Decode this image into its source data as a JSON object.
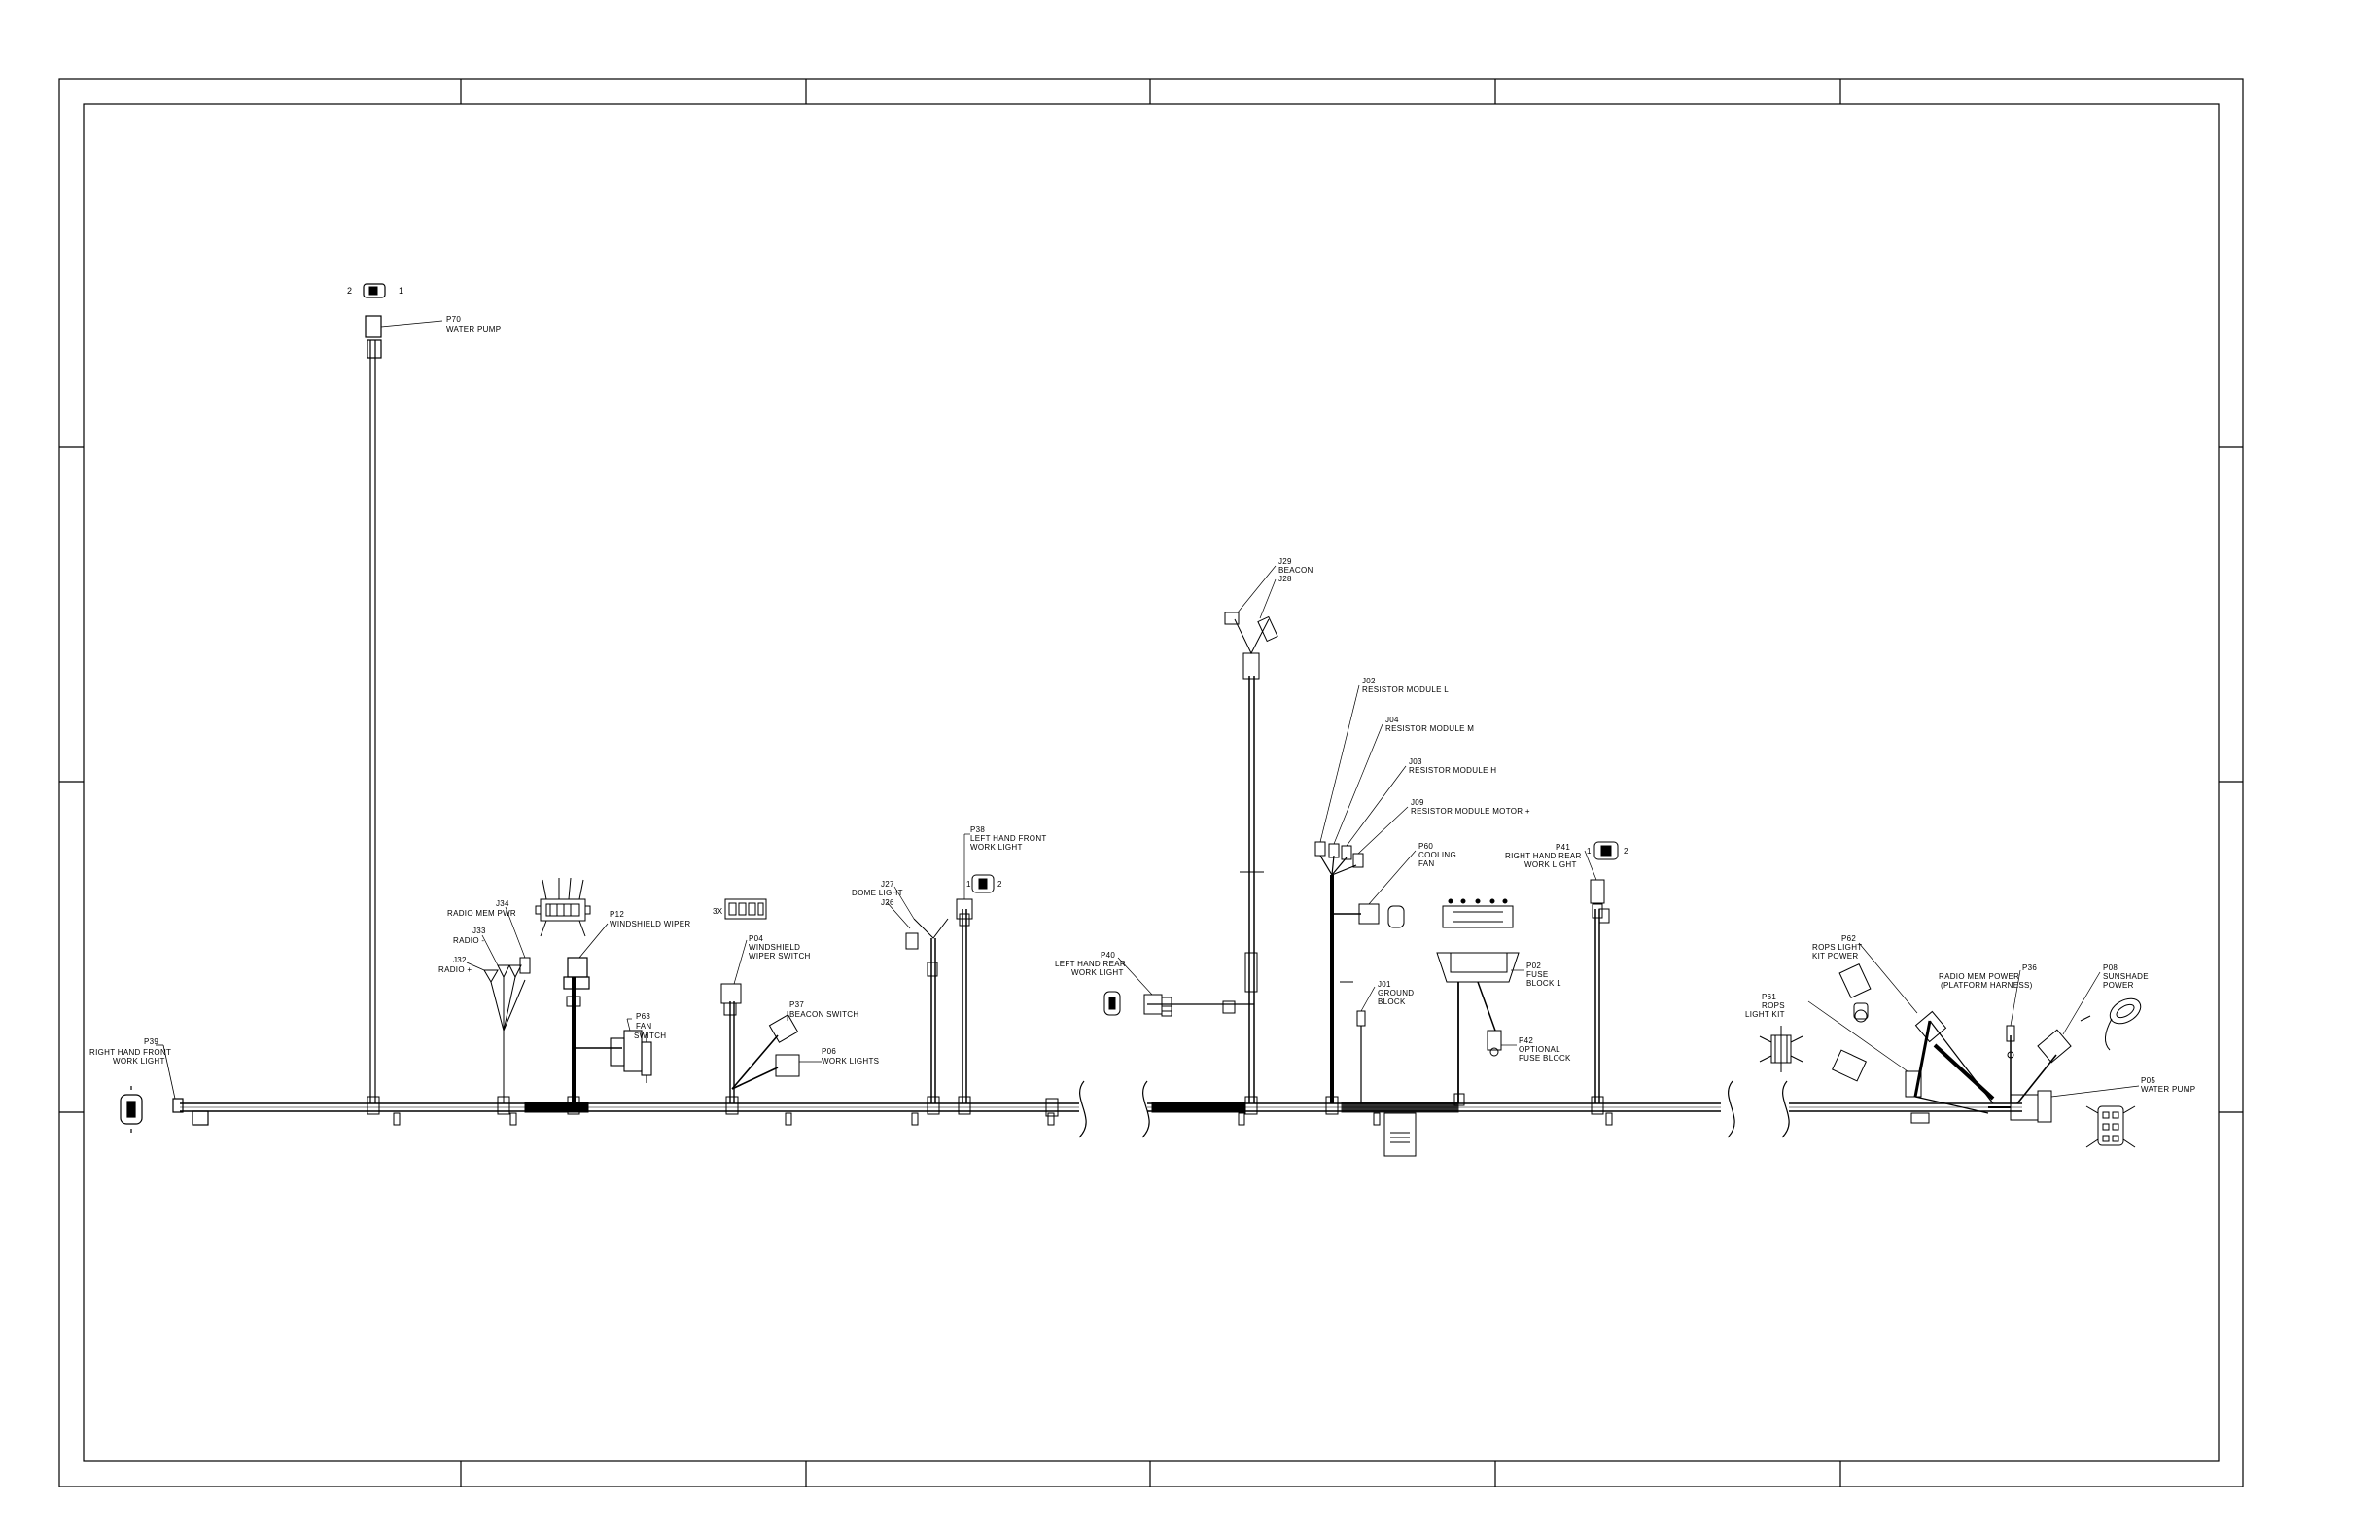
{
  "labels": {
    "p70_id": "P70",
    "p70_name": "WATER PUMP",
    "p70_pin2": "2",
    "p70_pin1": "1",
    "p39_id": "P39",
    "p39_line1": "RIGHT HAND FRONT",
    "p39_line2": "WORK LIGHT",
    "j34_id": "J34",
    "j34_name": "RADIO MEM PWR",
    "j33_id": "J33",
    "j33_name": "RADIO -",
    "j32_id": "J32",
    "j32_name": "RADIO +",
    "p12_id": "P12",
    "p12_name": "WINDSHIELD WIPER",
    "p63_id": "P63",
    "p63_line1": "FAN",
    "p63_line2": "SWITCH",
    "p04_id": "P04",
    "p04_line1": "WINDSHIELD",
    "p04_line2": "WIPER SWITCH",
    "p37_id": "P37",
    "p37_name": "BEACON SWITCH",
    "p06_id": "P06",
    "p06_name": "WORK LIGHTS",
    "qty_3x": "3X",
    "j27_id": "J27",
    "j27_name": "DOME LIGHT",
    "j26_id": "J26",
    "p38_id": "P38",
    "p38_line1": "LEFT HAND FRONT",
    "p38_line2": "WORK LIGHT",
    "p38_pin1": "1",
    "p38_pin2": "2",
    "p40_id": "P40",
    "p40_line1": "LEFT HAND REAR",
    "p40_line2": "WORK LIGHT",
    "j29_id": "J29",
    "j29_name": "BEACON",
    "j28_id": "J28",
    "j02_id": "J02",
    "j02_name": "RESISTOR MODULE L",
    "j04_id": "J04",
    "j04_name": "RESISTOR MODULE M",
    "j03_id": "J03",
    "j03_name": "RESISTOR MODULE H",
    "j09_id": "J09",
    "j09_name": "RESISTOR MODULE MOTOR +",
    "p60_id": "P60",
    "p60_line1": "COOLING",
    "p60_line2": "FAN",
    "j01_id": "J01",
    "j01_line1": "GROUND",
    "j01_line2": "BLOCK",
    "p02_id": "P02",
    "p02_line1": "FUSE",
    "p02_line2": "BLOCK 1",
    "p42_id": "P42",
    "p42_line1": "OPTIONAL",
    "p42_line2": "FUSE BLOCK",
    "p41_id": "P41",
    "p41_line1": "RIGHT HAND REAR",
    "p41_line2": "WORK LIGHT",
    "p41_pin1": "1",
    "p41_pin2": "2",
    "p62_id": "P62",
    "p62_line1": "ROPS LIGHT",
    "p62_line2": "KIT POWER",
    "p61_id": "P61",
    "p61_line1": "ROPS",
    "p61_line2": "LIGHT KIT",
    "p36_id": "P36",
    "p36_line1": "RADIO MEM POWER",
    "p36_line2": "(PLATFORM HARNESS)",
    "p08_id": "P08",
    "p08_line1": "SUNSHADE",
    "p08_line2": "POWER",
    "p05_id": "P05",
    "p05_name": "WATER PUMP"
  }
}
